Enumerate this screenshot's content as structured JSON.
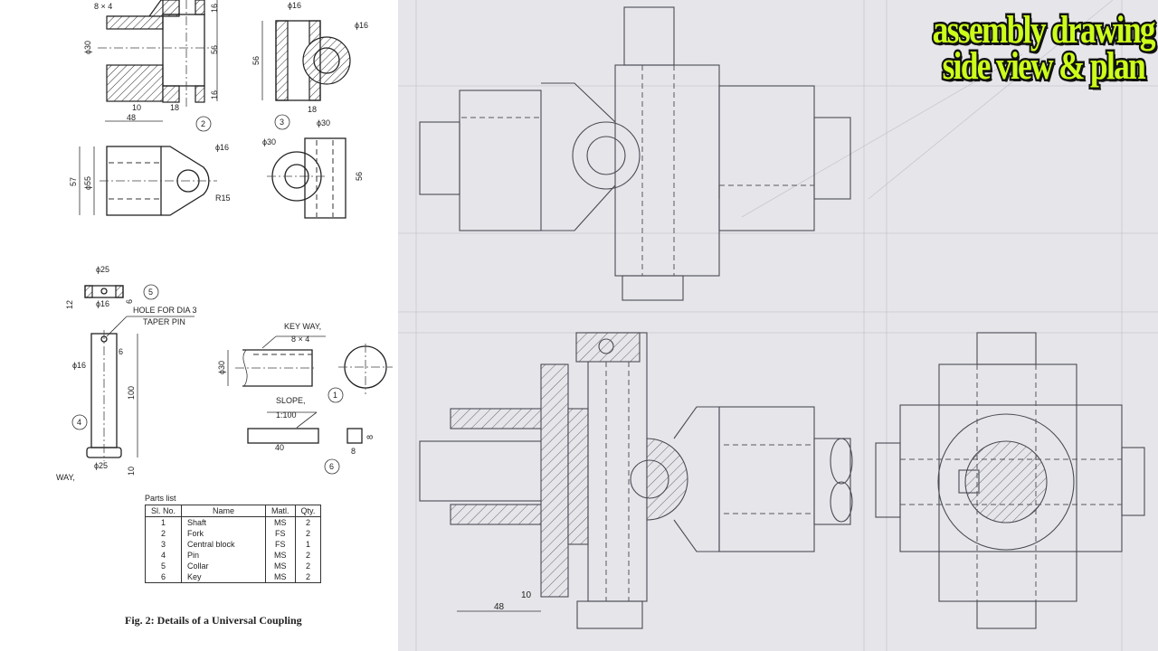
{
  "banner": {
    "line1": "assembly drawing",
    "line2": "side view & plan",
    "text_color": "#ccff1a",
    "outline_color": "#111111"
  },
  "details": {
    "fork": {
      "part_no": "2",
      "keyway": "8 × 4",
      "dims": [
        "ϕ30",
        "56",
        "16",
        "16",
        "10",
        "18",
        "48",
        "57",
        "ϕ55",
        "ϕ16",
        "R15"
      ]
    },
    "central_block": {
      "part_no": "3",
      "dims": [
        "ϕ16",
        "56",
        "ϕ16",
        "18",
        "ϕ30",
        "ϕ30",
        "56"
      ]
    },
    "collar": {
      "part_no": "5",
      "dims": [
        "ϕ25",
        "12",
        "ϕ16",
        "6"
      ],
      "note_line1": "HOLE FOR DIA 3",
      "note_line2": "TAPER PIN"
    },
    "pin": {
      "part_no": "4",
      "dims": [
        "6",
        "ϕ16",
        "100",
        "ϕ25",
        "10"
      ]
    },
    "shaft": {
      "part_no": "1",
      "keyway_label": "KEY WAY,",
      "keyway_size": "8 × 4",
      "dims": [
        "ϕ30"
      ]
    },
    "key": {
      "part_no": "6",
      "slope_label": "SLOPE,",
      "slope_value": "1:100",
      "dims": [
        "40",
        "8",
        "8"
      ]
    },
    "way_fragment": "WAY,"
  },
  "parts_list": {
    "title": "Parts list",
    "headers": [
      "Sl. No.",
      "Name",
      "Matl.",
      "Qty."
    ],
    "rows": [
      [
        "1",
        "Shaft",
        "MS",
        "2"
      ],
      [
        "2",
        "Fork",
        "FS",
        "2"
      ],
      [
        "3",
        "Central block",
        "FS",
        "1"
      ],
      [
        "4",
        "Pin",
        "MS",
        "2"
      ],
      [
        "5",
        "Collar",
        "MS",
        "2"
      ],
      [
        "6",
        "Key",
        "MS",
        "2"
      ]
    ]
  },
  "figure_caption": "Fig. 2: Details of a Universal Coupling",
  "sketch_annotations": {
    "dim_10": "10",
    "dim_48": "48"
  }
}
